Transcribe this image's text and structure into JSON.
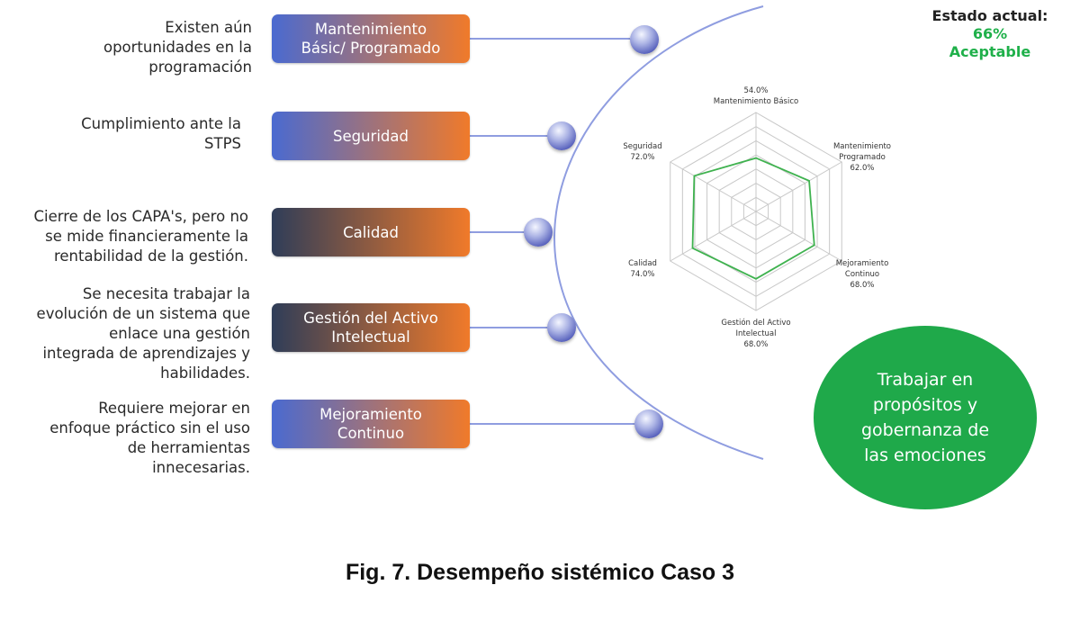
{
  "rows": [
    {
      "note": "Existen aún\noportunidades en la\nprogramación",
      "label": "Mantenimiento\nBásic/ Programado"
    },
    {
      "note": "Cumplimiento ante la\nSTPS",
      "label": "Seguridad"
    },
    {
      "note": "Cierre de los CAPA's, pero no\nse mide financieramente la\nrentabilidad de la gestión.",
      "label": "Calidad"
    },
    {
      "note": "Se necesita trabajar la\nevolución de un sistema que\nenlace una gestión\nintegrada de aprendizajes y\nhabilidades.",
      "label": "Gestión del Activo\nIntelectual"
    },
    {
      "note": "Requiere mejorar en\nenfoque práctico sin el uso\nde herramientas\ninnecesarias.",
      "label": "Mejoramiento\nContinuo"
    }
  ],
  "status": {
    "title": "Estado actual:",
    "value": "66%",
    "rating": "Aceptable"
  },
  "callout": "Trabajar en\npropósitos y\ngobernanza de\nlas emociones",
  "caption": "Fig. 7. Desempeño sistémico Caso 3",
  "colors": {
    "blue": "#4a6ad0",
    "dark": "#2f3d58",
    "orange": "#f07a2a",
    "curve": "#8f9de0",
    "radar_grid": "#c8c8c8",
    "radar_series": "#3fb24f",
    "callout_bg": "#1fa94a",
    "status_green": "#1fb04a"
  },
  "chart_data": {
    "type": "radar",
    "axes": [
      {
        "label": "Mantenimiento Básico",
        "value_label": "54.0%",
        "value": 54
      },
      {
        "label": "Mantenimiento\nProgramado",
        "value_label": "62.0%",
        "value": 62
      },
      {
        "label": "Mejoramiento\nContinuo",
        "value_label": "68.0%",
        "value": 68
      },
      {
        "label": "Gestión del Activo\nIntelectual",
        "value_label": "68.0%",
        "value": 68
      },
      {
        "label": "Calidad",
        "value_label": "74.0%",
        "value": 74
      },
      {
        "label": "Seguridad",
        "value_label": "72.0%",
        "value": 72
      }
    ],
    "range": [
      0,
      100
    ],
    "grid_levels": 7
  }
}
